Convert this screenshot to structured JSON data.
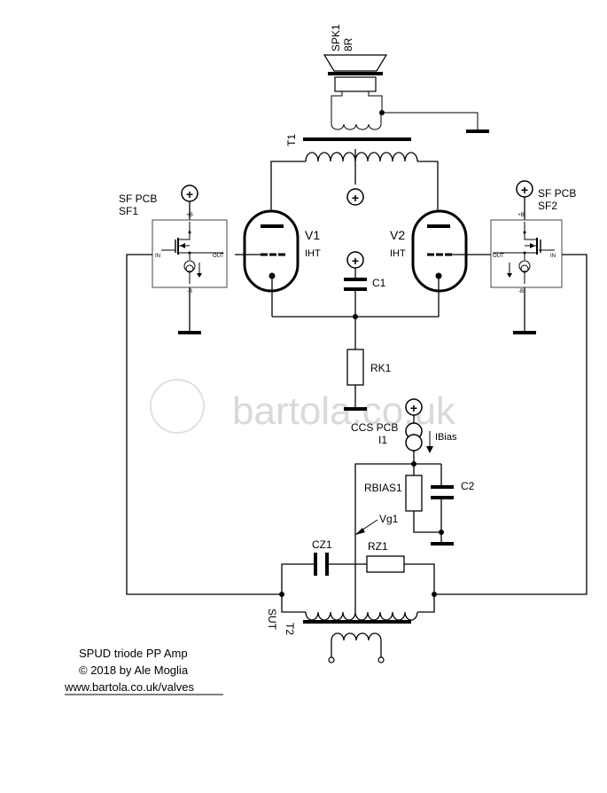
{
  "title_lines": {
    "line1": "SPUD triode PP Amp",
    "line2": "© 2018 by Ale Moglia",
    "line3": "www.bartola.co.uk/valves"
  },
  "watermark": "bartola.co.uk",
  "speaker": {
    "ref": "SPK1",
    "value": "8R"
  },
  "output_transformer": {
    "ref": "T1"
  },
  "input_transformer": {
    "ref": "T2",
    "label": "SUT"
  },
  "valves": [
    {
      "ref": "V1",
      "type": "IHT"
    },
    {
      "ref": "V2",
      "type": "IHT"
    }
  ],
  "followers": [
    {
      "title": "SF PCB",
      "ref": "SF1",
      "pin_in": "IN",
      "pin_out": "OUT",
      "pin_pos": "+B",
      "pin_neg": "-B"
    },
    {
      "title": "SF PCB",
      "ref": "SF2",
      "pin_in": "IN",
      "pin_out": "OUT",
      "pin_pos": "+B",
      "pin_neg": "-B"
    }
  ],
  "capacitors": {
    "c1": "C1",
    "c2": "C2",
    "cz1": "CZ1"
  },
  "resistors": {
    "rk1": "RK1",
    "rbias1": "RBIAS1",
    "rz1": "RZ1"
  },
  "current_source": {
    "title": "CCS PCB",
    "ref": "I1",
    "current_label": "IBias"
  },
  "nets": {
    "vg1": "Vg1"
  },
  "supply_symbol": "+"
}
